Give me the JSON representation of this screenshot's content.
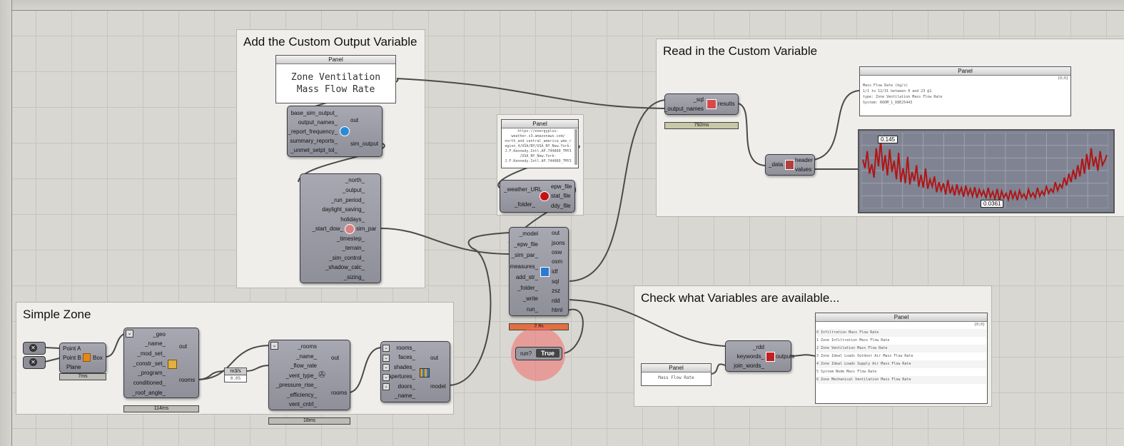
{
  "groups": {
    "custom_output": "Add the Custom Output Variable",
    "read_custom": "Read in the Custom Variable",
    "simple_zone": "Simple Zone",
    "check_vars": "Check what Variables are available..."
  },
  "panel_title": "Panel",
  "panel_zone_vent": {
    "line1": "Zone Ventilation",
    "line2": "Mass Flow Rate"
  },
  "output_comp": {
    "inputs": [
      "base_sim_output_",
      "output_names_",
      "_report_frequency_",
      "summary_reports_",
      "_unmet_setpt_tol_"
    ],
    "outputs": [
      "out",
      "sim_output"
    ]
  },
  "simpar_comp": {
    "inputs": [
      "_north_",
      "_output_",
      "_run_period_",
      "daylight_saving_",
      "holidays_",
      "_start_dow_",
      "_timestep_",
      "_terrain_",
      "_sim_control_",
      "_shadow_calc_",
      "_sizing_"
    ],
    "outputs": [
      "sim_par"
    ]
  },
  "weather_panel": {
    "lines": [
      "https://energyplus-",
      "weather.s3.amazonaws.com/",
      "north_and_central_america_wmo_r",
      "egion_4/USA/NY/USA_NY_New.York-",
      "J.F.Kennedy.Intl.AP.744860_TMY3",
      "/USA_NY_New.York-",
      "J.F.Kennedy.Intl.AP.744860_TMY3"
    ]
  },
  "weather_comp": {
    "inputs": [
      "_weather_URL",
      "_folder_"
    ],
    "outputs": [
      "epw_file",
      "stat_file",
      "ddy_file"
    ]
  },
  "model_comp": {
    "inputs": [
      "_model",
      "_epw_file",
      "_sim_par_",
      "measures_",
      "add_str_",
      "_folder_",
      "_write",
      "run_"
    ],
    "outputs": [
      "out",
      "jsons",
      "osw",
      "osm",
      "idf",
      "sql",
      "zsz",
      "rdd",
      "html"
    ],
    "timer": "2.8s"
  },
  "toggle": {
    "label": "run?",
    "value": "True"
  },
  "sql_comp": {
    "inputs": [
      "_sql",
      "_output_names"
    ],
    "outputs": [
      "results"
    ],
    "timer": "792ms"
  },
  "data_comp": {
    "inputs": [
      "_data"
    ],
    "outputs": [
      "header",
      "values"
    ]
  },
  "header_panel": {
    "counter": "{0;0}",
    "lines": [
      "Mass Flow Rate (kg/s)",
      "1/1 to 12/31 between 0 and 23 @1",
      "type: Zone Ventilation Mass Flow Rate",
      "System: ROOM_1_D8E25443"
    ]
  },
  "chart_data": {
    "type": "line",
    "title": "",
    "xlabel": "",
    "ylabel": "",
    "max_label": "0.145",
    "min_label": "0.0361",
    "color": "#b01515",
    "series": [
      {
        "values": [
          0.11,
          0.095,
          0.125,
          0.085,
          0.102,
          0.078,
          0.13,
          0.098,
          0.145,
          0.09,
          0.118,
          0.082,
          0.128,
          0.088,
          0.108,
          0.075,
          0.122,
          0.07,
          0.095,
          0.068,
          0.115,
          0.066,
          0.088,
          0.072,
          0.1,
          0.062,
          0.083,
          0.06,
          0.094,
          0.058,
          0.075,
          0.062,
          0.08,
          0.052,
          0.07,
          0.055,
          0.068,
          0.048,
          0.074,
          0.05,
          0.062,
          0.046,
          0.066,
          0.049,
          0.06,
          0.044,
          0.064,
          0.047,
          0.058,
          0.045,
          0.061,
          0.042,
          0.057,
          0.046,
          0.055,
          0.041,
          0.06,
          0.043,
          0.053,
          0.04,
          0.058,
          0.0361,
          0.054,
          0.042,
          0.05,
          0.039,
          0.056,
          0.041,
          0.052,
          0.038,
          0.055,
          0.043,
          0.049,
          0.04,
          0.057,
          0.044,
          0.051,
          0.042,
          0.06,
          0.045,
          0.054,
          0.047,
          0.062,
          0.05,
          0.058,
          0.052,
          0.07,
          0.055,
          0.066,
          0.06,
          0.078,
          0.064,
          0.085,
          0.07,
          0.092,
          0.075,
          0.1,
          0.08,
          0.112,
          0.085,
          0.12,
          0.092,
          0.13,
          0.098,
          0.115,
          0.09,
          0.125,
          0.1,
          0.108,
          0.118
        ]
      }
    ]
  },
  "box_comp": {
    "inputs": [
      "Point A",
      "Point B",
      "Plane"
    ],
    "outputs": [
      "Box"
    ],
    "timer": "7ms"
  },
  "room_comp": {
    "inputs": [
      "_geo",
      "_name_",
      "_mod_set_",
      "_constr_set_",
      "_program_",
      "conditioned_",
      "_roof_angle_"
    ],
    "outputs": [
      "out",
      "rooms"
    ],
    "timer": "114ms"
  },
  "unit_panel": {
    "label": "m3/s",
    "value": "0.05"
  },
  "vent_comp": {
    "inputs": [
      "_rooms",
      "_name_",
      "_flow_rate",
      "_vent_type_",
      "_pressure_rise_",
      "_efficiency_",
      "vent_cntrl_"
    ],
    "outputs": [
      "out",
      "rooms"
    ],
    "timer": "18ms"
  },
  "model_build_comp": {
    "inputs": [
      "rooms_",
      "faces_",
      "shades_",
      "apertures_",
      "doors_",
      "_name_"
    ],
    "outputs": [
      "out",
      "model"
    ]
  },
  "rdd_comp": {
    "inputs": [
      "_rdd",
      "keywords_",
      "join_words_"
    ],
    "outputs": [
      "outputs"
    ]
  },
  "keyword_panel": {
    "text": "Mass Flow Rate"
  },
  "rdd_panel": {
    "counter": "{0;0}",
    "lines": [
      "0 Infiltration Mass Flow Rate",
      "1 Zone Infiltration Mass Flow Rate",
      "2 Zone Ventilation Mass Flow Rate",
      "3 Zone Ideal Loads Outdoor Air Mass Flow Rate",
      "4 Zone Ideal Loads Supply Air Mass Flow Rate",
      "5 System Node Mass Flow Rate",
      "6 Zone Mechanical Ventilation Mass Flow Rate"
    ]
  }
}
